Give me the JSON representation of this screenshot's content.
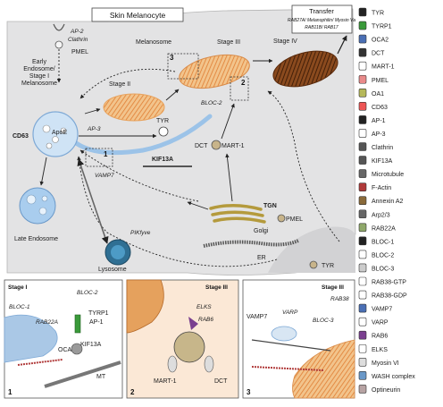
{
  "header": {
    "skin_melanocyte": "Skin Melanocyte",
    "transfer_title": "Transfer",
    "transfer_line1": "RAB27A/ Melanophilin/ Myosin Va",
    "transfer_line2": "RAB11B/ RAB17"
  },
  "main_labels": {
    "ap2": "AP-2",
    "clathrin": "Clathrin",
    "pmel_top": "PMEL",
    "melanosome": "Melanosome",
    "early_endosome_1": "Early",
    "early_endosome_2": "Endosome/",
    "early_endosome_3": "Stage I",
    "early_endosome_4": "Melanosome",
    "cd63": "CD63",
    "apoe": "ApoE",
    "ap3": "AP-3",
    "stage2": "Stage II",
    "stage3": "Stage III",
    "stage4": "Stage IV",
    "tyr": "TYR",
    "bloc2": "BLOC-2",
    "dct": "DCT",
    "mart1": "MART-1",
    "vamp7": "VAMP7",
    "kif13a": "KIF13A",
    "tgn": "TGN",
    "golgi": "Golgi",
    "pmel_golgi": "PMEL",
    "er": "ER",
    "tyr_bottom": "TYR",
    "late_endosome": "Late Endosome",
    "pikfyve": "PIKfyve",
    "lysosome": "Lysosome",
    "box1": "1",
    "box2": "2",
    "box3": "3"
  },
  "legend": [
    {
      "label": "TYR",
      "icon": "tyr-icon"
    },
    {
      "label": "TYRP1",
      "icon": "tyrp1-icon"
    },
    {
      "label": "OCA2",
      "icon": "oca2-icon"
    },
    {
      "label": "DCT",
      "icon": "dct-icon"
    },
    {
      "label": "MART-1",
      "icon": "mart1-icon"
    },
    {
      "label": "PMEL",
      "icon": "pmel-icon"
    },
    {
      "label": "OA1",
      "icon": "oa1-icon"
    },
    {
      "label": "CD63",
      "icon": "cd63-icon"
    },
    {
      "label": "AP-1",
      "icon": "ap1-icon"
    },
    {
      "label": "AP-3",
      "icon": "ap3-icon"
    },
    {
      "label": "Clathrin",
      "icon": "clathrin-icon"
    },
    {
      "label": "KIF13A",
      "icon": "kif13a-icon"
    },
    {
      "label": "Microtubule",
      "icon": "microtubule-icon"
    },
    {
      "label": "F-Actin",
      "icon": "f-actin-icon"
    },
    {
      "label": "Annexin A2",
      "icon": "annexin-a2-icon"
    },
    {
      "label": "Arp2/3",
      "icon": "arp23-icon"
    },
    {
      "label": "RAB22A",
      "icon": "rab22a-icon"
    },
    {
      "label": "BLOC-1",
      "icon": "bloc1-icon"
    },
    {
      "label": "BLOC-2",
      "icon": "bloc2-icon"
    },
    {
      "label": "BLOC-3",
      "icon": "bloc3-icon"
    },
    {
      "label": "RAB38-GTP",
      "icon": "rab38-gtp-icon"
    },
    {
      "label": "RAB38-GDP",
      "icon": "rab38-gdp-icon"
    },
    {
      "label": "VAMP7",
      "icon": "vamp7-icon"
    },
    {
      "label": "VARP",
      "icon": "varp-icon"
    },
    {
      "label": "RAB6",
      "icon": "rab6-icon"
    },
    {
      "label": "ELKS",
      "icon": "elks-icon"
    },
    {
      "label": "Myosin VI",
      "icon": "myosin-vi-icon"
    },
    {
      "label": "WASH complex",
      "icon": "wash-complex-icon"
    },
    {
      "label": "Optineurin",
      "icon": "optineurin-icon"
    }
  ],
  "panels": {
    "p1": {
      "title": "Stage I",
      "number": "1",
      "bloc1": "BLOC-1",
      "rab22a": "RAB22A",
      "bloc2": "BLOC-2",
      "tyrp1": "TYRP1",
      "ap1": "AP-1",
      "kif13a": "KIF13A",
      "oca2": "OCA2",
      "mt": "MT"
    },
    "p2": {
      "title": "Stage III",
      "number": "2",
      "elks": "ELKS",
      "rab6": "RAB6",
      "mart1": "MART-1",
      "dct": "DCT"
    },
    "p3": {
      "title": "Stage III",
      "number": "3",
      "rab38": "RAB38",
      "varp": "VARP",
      "vamp7": "VAMP7",
      "bloc3": "BLOC-3"
    }
  }
}
